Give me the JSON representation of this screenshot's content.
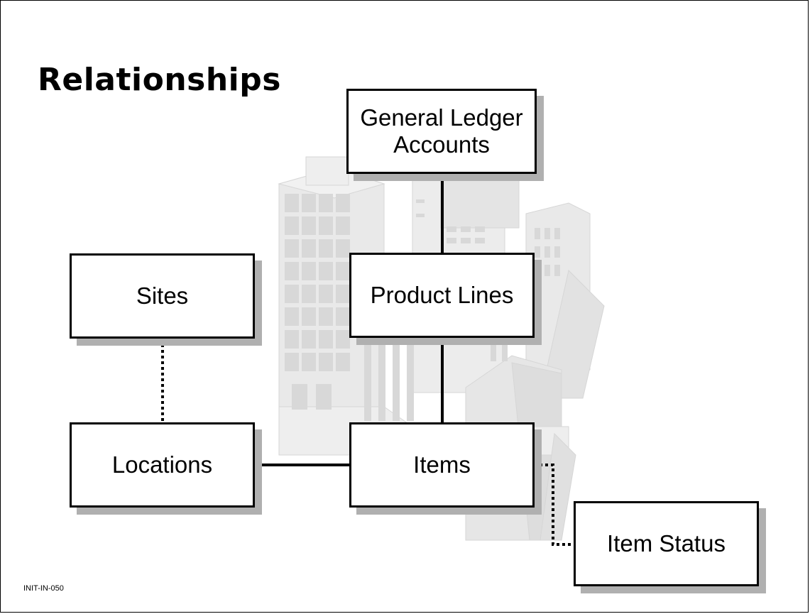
{
  "slide": {
    "title": "Relationships",
    "footer_code": "INIT-IN-050"
  },
  "nodes": {
    "gl_accounts": "General Ledger Accounts",
    "product_lines": "Product Lines",
    "sites": "Sites",
    "locations": "Locations",
    "items": "Items",
    "item_status": "Item Status"
  },
  "connections": [
    {
      "from": "General Ledger Accounts",
      "to": "Product Lines",
      "style": "solid"
    },
    {
      "from": "Product Lines",
      "to": "Items",
      "style": "solid"
    },
    {
      "from": "Locations",
      "to": "Items",
      "style": "solid"
    },
    {
      "from": "Sites",
      "to": "Locations",
      "style": "dotted"
    },
    {
      "from": "Items",
      "to": "Item Status",
      "style": "dotted"
    }
  ]
}
